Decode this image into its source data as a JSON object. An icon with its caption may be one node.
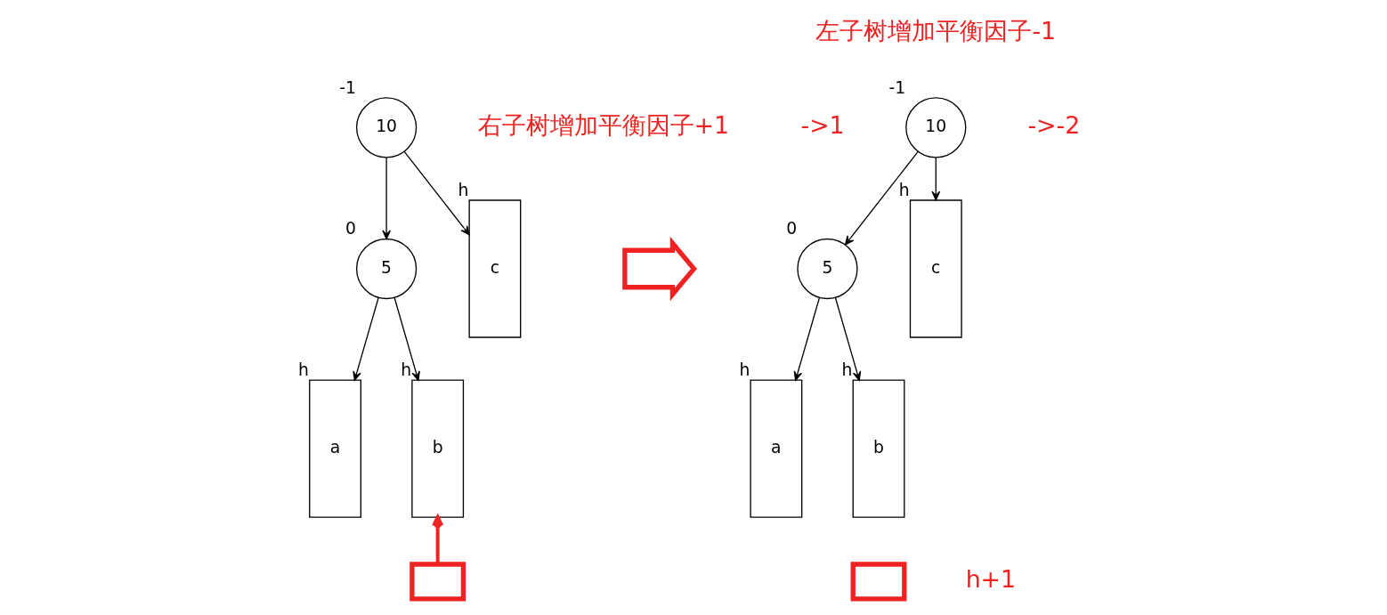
{
  "diagram": {
    "nodes": [
      {
        "text": [
          "10"
        ],
        "beside": [
          "-1"
        ]
      },
      {
        "text": [
          "5"
        ],
        "beside": [
          "0"
        ]
      },
      {
        "text": [
          "c"
        ],
        "beside": [
          "h"
        ]
      },
      {
        "text": [
          "a"
        ],
        "beside": [
          "h"
        ]
      },
      {
        "text": [
          "b"
        ],
        "beside": [
          "h"
        ]
      },
      {
        "text": [],
        "shape": "box"
      },
      {
        "text": [],
        "shape": "arrow"
      },
      {
        "text": [
          "10"
        ],
        "beside": [
          "-1"
        ]
      },
      {
        "text": [
          "5"
        ],
        "beside": [
          "0"
        ]
      },
      {
        "text": [
          "c"
        ],
        "beside": [
          "h"
        ]
      },
      {
        "text": [
          "a"
        ],
        "beside": [
          "h"
        ]
      },
      {
        "text": [
          "b"
        ],
        "beside": [
          "h"
        ]
      },
      {
        "text": [],
        "shape": "box"
      }
    ],
    "edges": [
      {
        "from": 0,
        "to": 1,
        "arrow": "to"
      },
      {
        "from": 0,
        "to": 2,
        "arrow": "to"
      },
      {
        "from": 1,
        "to": 3,
        "arrow": "to"
      },
      {
        "from": 1,
        "to": 4,
        "arrow": "to"
      },
      {
        "from": 5,
        "to": 4,
        "arrow": "to",
        "style": "thick",
        "color": "#ee2222"
      },
      {
        "from": 7,
        "to": 8,
        "arrow": "to"
      },
      {
        "from": 7,
        "to": 9,
        "arrow": "to"
      },
      {
        "from": 8,
        "to": 10,
        "arrow": "to"
      },
      {
        "from": 8,
        "to": 11,
        "arrow": "to"
      }
    ],
    "labels": [
      "左子树增加平衡因子-1",
      "->-2",
      "右子树增加平衡因子+1",
      "->1",
      "h+1"
    ]
  }
}
